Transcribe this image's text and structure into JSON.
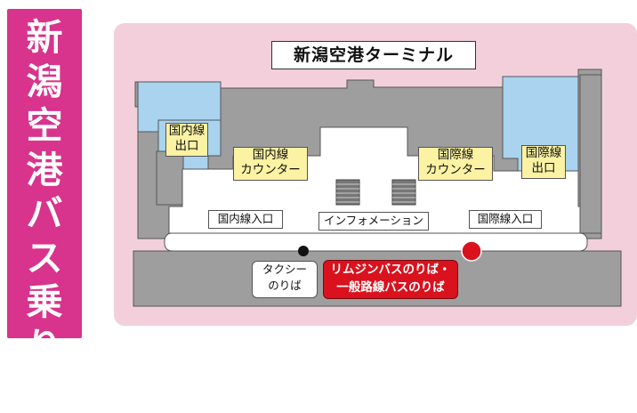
{
  "title": [
    "新",
    "潟",
    "空",
    "港",
    "バ",
    "ス",
    "乗",
    "り",
    "場"
  ],
  "terminal_title": "新潟空港ターミナル",
  "labels": {
    "domestic_exit": [
      "国内線",
      "出口"
    ],
    "domestic_counter": [
      "国内線",
      "カウンター"
    ],
    "intl_counter": [
      "国際線",
      "カウンター"
    ],
    "intl_exit": [
      "国際線",
      "出口"
    ],
    "domestic_entrance": "国内線入口",
    "information": "インフォメーション",
    "intl_entrance": "国際線入口",
    "taxi_stop": [
      "タクシー",
      "のりば"
    ],
    "bus_stop": [
      "リムジンバスのりば・",
      "一般路線バスのりば"
    ]
  },
  "colors": {
    "title_band": "#d8338d",
    "map_background": "#f3cfdc",
    "building": "#9e9e9e",
    "wing_blue": "#a9d3ee",
    "label_yellow": "#fbf2a3",
    "bus_red": "#d9121e",
    "taxi_dot": "#111111"
  },
  "icons": {
    "taxi_stop": "black-dot-icon",
    "bus_stop": "red-dot-icon",
    "stairs": "stairs-icon"
  }
}
